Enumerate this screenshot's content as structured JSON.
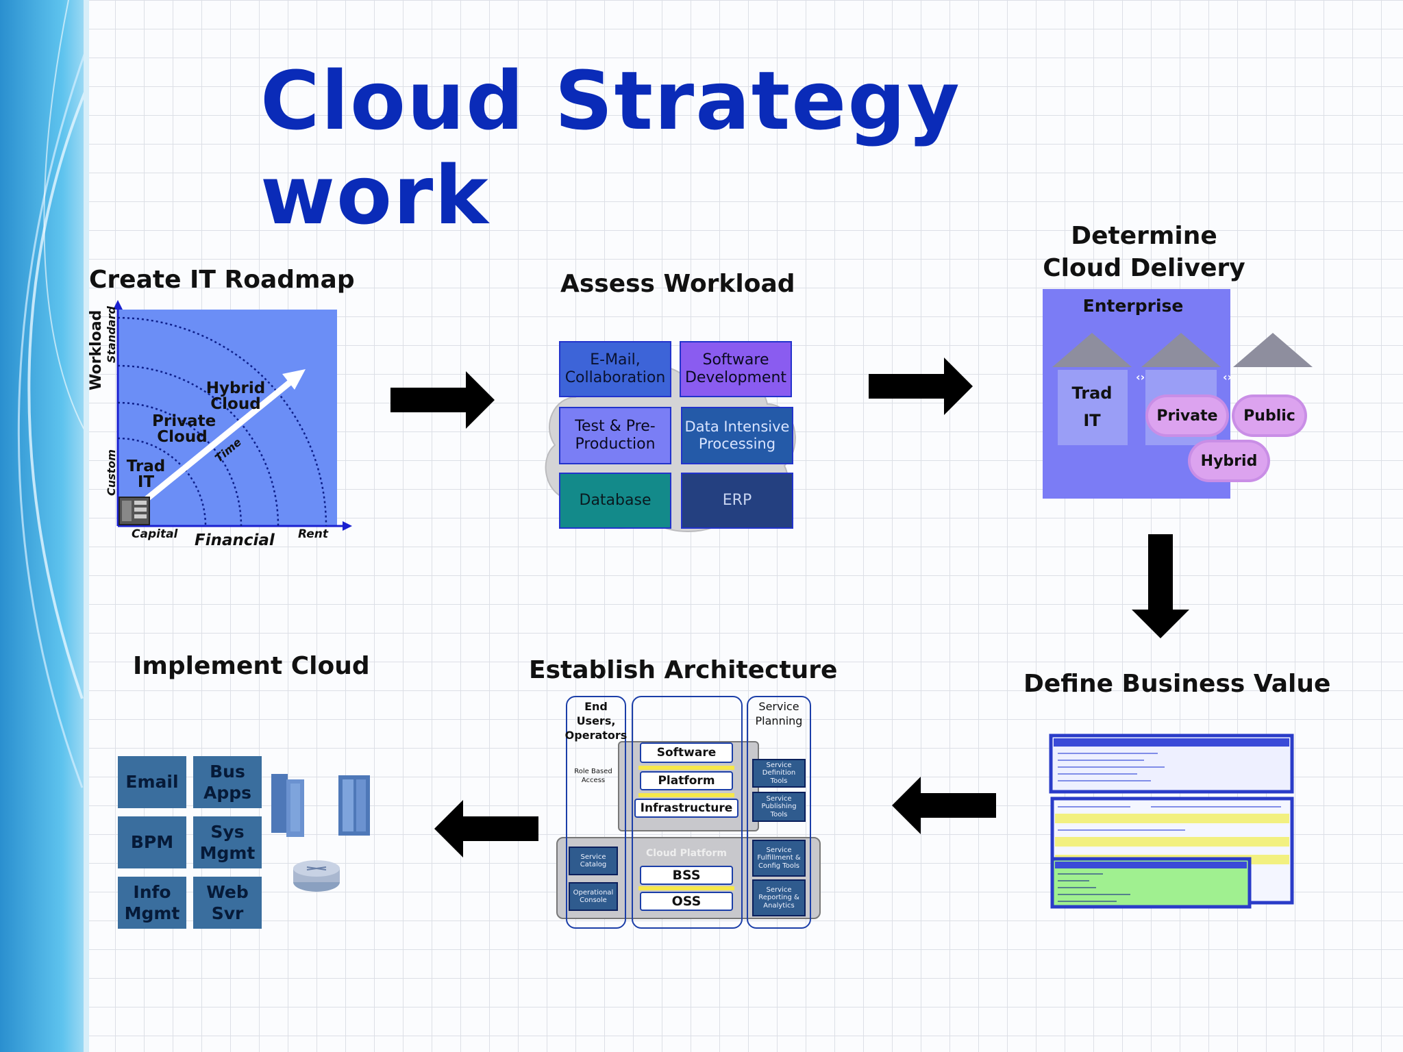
{
  "title": "Cloud Strategy work",
  "steps": {
    "roadmap": {
      "title": "Create IT Roadmap",
      "y_axis": "Workload",
      "y_ticks": [
        "Standard",
        "Custom"
      ],
      "x_axis": "Financial",
      "x_ticks": [
        "Capital",
        "Rent"
      ],
      "labels": {
        "trad_it": "Trad IT",
        "private_cloud": "Private Cloud",
        "hybrid_cloud": "Hybrid Cloud",
        "time": "Time"
      }
    },
    "workload": {
      "title": "Assess Workload",
      "boxes": [
        {
          "label": "E-Mail, Collaboration"
        },
        {
          "label": "Software Development"
        },
        {
          "label": "Test & Pre-Production"
        },
        {
          "label": "Data Intensive Processing"
        },
        {
          "label": "Database"
        },
        {
          "label": "ERP"
        }
      ]
    },
    "delivery": {
      "title": "Determine Cloud Delivery Model",
      "enterprise": "Enterprise",
      "trad": "Trad",
      "it": "IT",
      "private": "Private",
      "public": "Public",
      "hybrid": "Hybrid"
    },
    "business_value": {
      "title": "Define Business Value"
    },
    "architecture": {
      "title": "Establish Architecture",
      "end_users": "End Users, Operators",
      "role_access": "Role Based Access",
      "service_planning": "Service Planning",
      "layers": [
        "Software",
        "Platform",
        "Infrastructure"
      ],
      "platform_caption": "Cloud Platform",
      "lower_layers": [
        "BSS",
        "OSS"
      ],
      "left_boxes": [
        "Service Catalog",
        "Operational Console"
      ],
      "right_boxes": [
        "Service Definition Tools",
        "Service Publishing Tools",
        "Service Fulfillment & Config Tools",
        "Service Reporting & Analytics"
      ]
    },
    "implement": {
      "title": "Implement Cloud",
      "tiles": [
        {
          "label": "Email"
        },
        {
          "label": "Bus Apps"
        },
        {
          "label": "BPM"
        },
        {
          "label": "Sys Mgmt"
        },
        {
          "label": "Info Mgmt"
        },
        {
          "label": "Web Svr"
        }
      ]
    }
  },
  "colors": {
    "title": "#0a2bb8",
    "workload_boxes": [
      "#3d64d8",
      "#8a5cf0",
      "#7a7ef5",
      "#245aa8",
      "#138a8a",
      "#244080"
    ],
    "delivery_panel": "#7b7cf5",
    "cloud_pink": "#dca3ef",
    "tile": "#3a6e9e"
  }
}
